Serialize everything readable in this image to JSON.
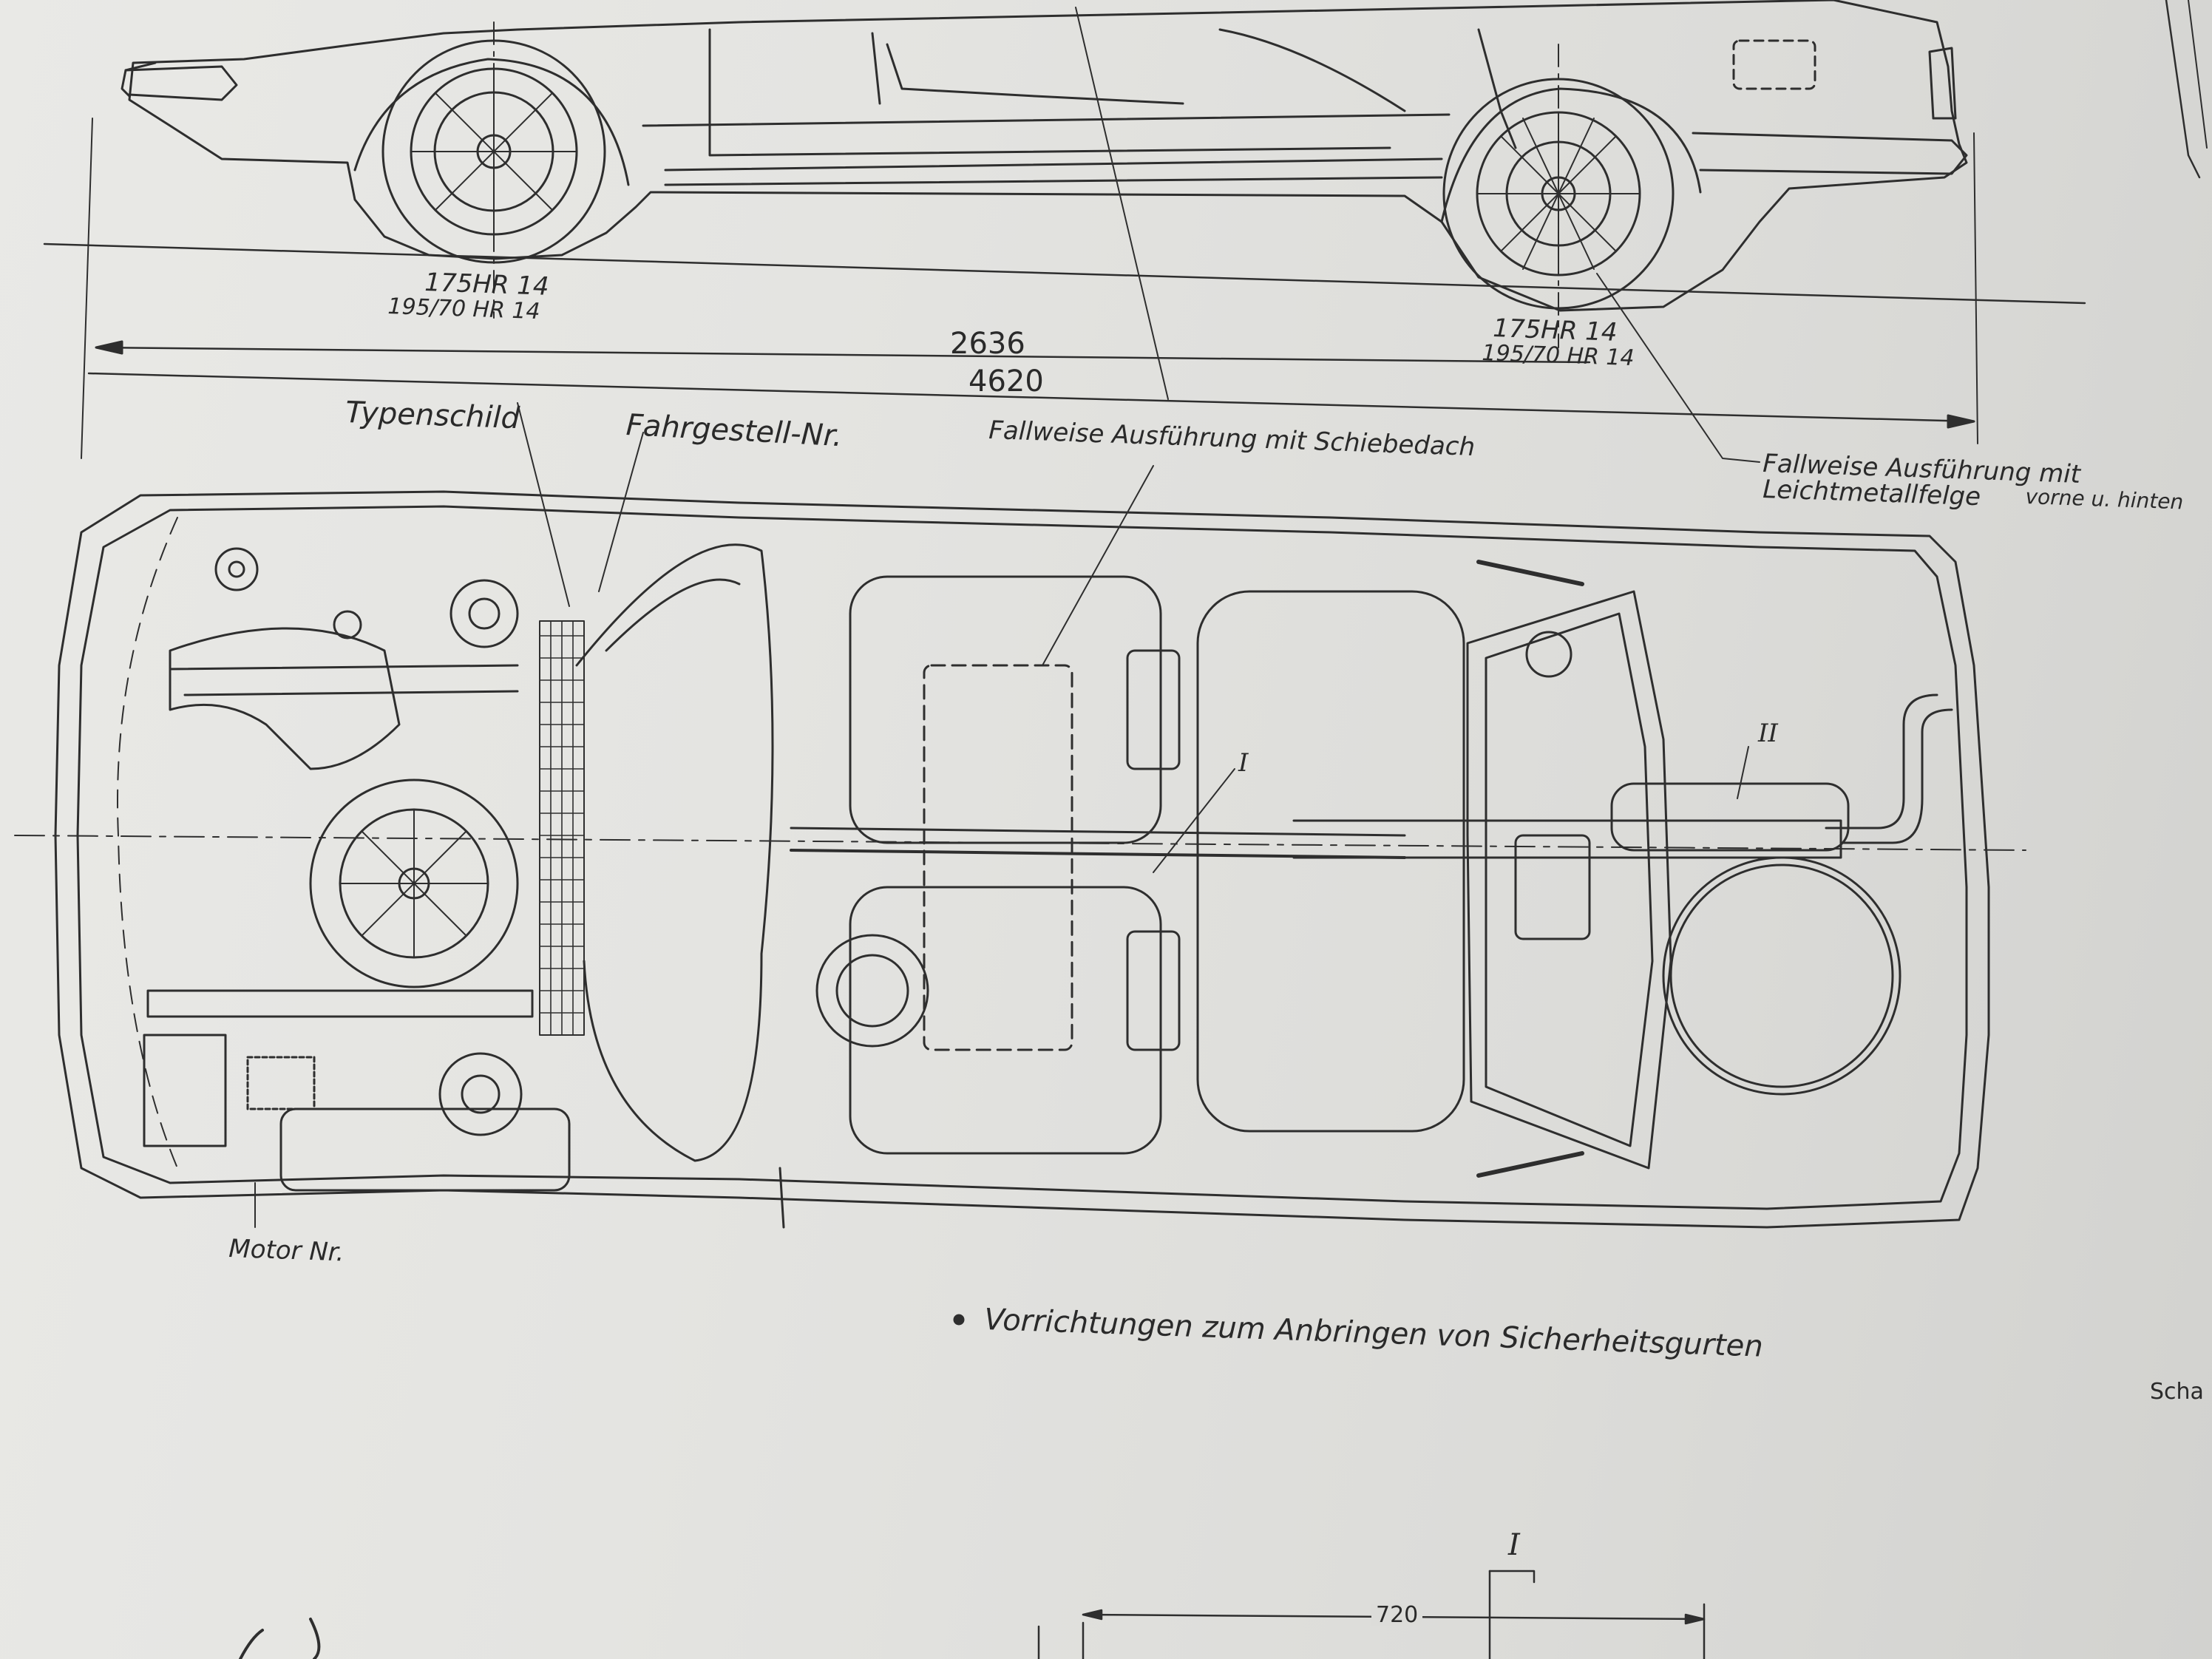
{
  "labels": {
    "tire_front_1": "175HR 14",
    "tire_front_2": "195/70 HR 14",
    "tire_rear_1": "175HR 14",
    "tire_rear_2": "195/70 HR 14",
    "dim_wheelbase": "2636",
    "dim_length": "4620",
    "typenschild": "Typenschild",
    "fahrgestell": "Fahrgestell-Nr.",
    "schiebedach": "Fallweise  Ausführung mit Schiebedach",
    "leichtmetall_1": "Fallweise Ausführung mit",
    "leichtmetall_2": "Leichtmetallfelge",
    "leichtmetall_3": "vorne u. hinten",
    "marker_I": "I",
    "marker_II": "II",
    "motor_nr": "Motor Nr.",
    "sicherheitsgurte": "Vorrichtungen zum Anbringen von Sicherheitsgurten",
    "scha": "Scha",
    "bottom_marker": "I",
    "dim_720": "720"
  },
  "colors": {
    "paper": "#e6e6e3",
    "ink": "#2a2a2a"
  }
}
